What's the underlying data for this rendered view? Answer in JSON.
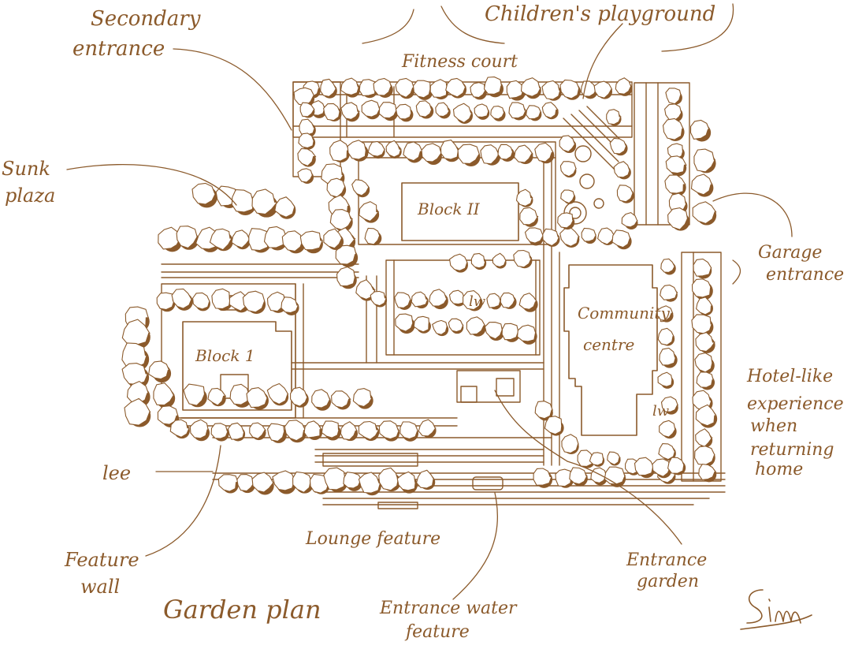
{
  "title": "Garden plan",
  "signature": "Sin",
  "colors": {
    "ink": "#8b5a2b",
    "paper": "#ffffff"
  },
  "buildings": {
    "block_1": "Block 1",
    "block_2": "Block II",
    "community": [
      "Community",
      "centre"
    ]
  },
  "labels": {
    "secondary_entrance": [
      "Secondary",
      "entrance"
    ],
    "childrens_playground": "Children's playground",
    "fitness_court": "Fitness court",
    "sunk_plaza": [
      "Sunk",
      "plaza"
    ],
    "garage_entrance": [
      "Garage",
      "entrance"
    ],
    "hotel_like": [
      "Hotel-like",
      "experience",
      "when",
      "returning",
      "home"
    ],
    "lee": "lee",
    "feature_wall": [
      "Feature",
      "wall"
    ],
    "lounge_feature": "Lounge feature",
    "entrance_water_feature": [
      "Entrance water",
      "feature"
    ],
    "entrance_garden": [
      "Entrance",
      "garden"
    ],
    "lift_marks": [
      "lw",
      "lw"
    ]
  }
}
